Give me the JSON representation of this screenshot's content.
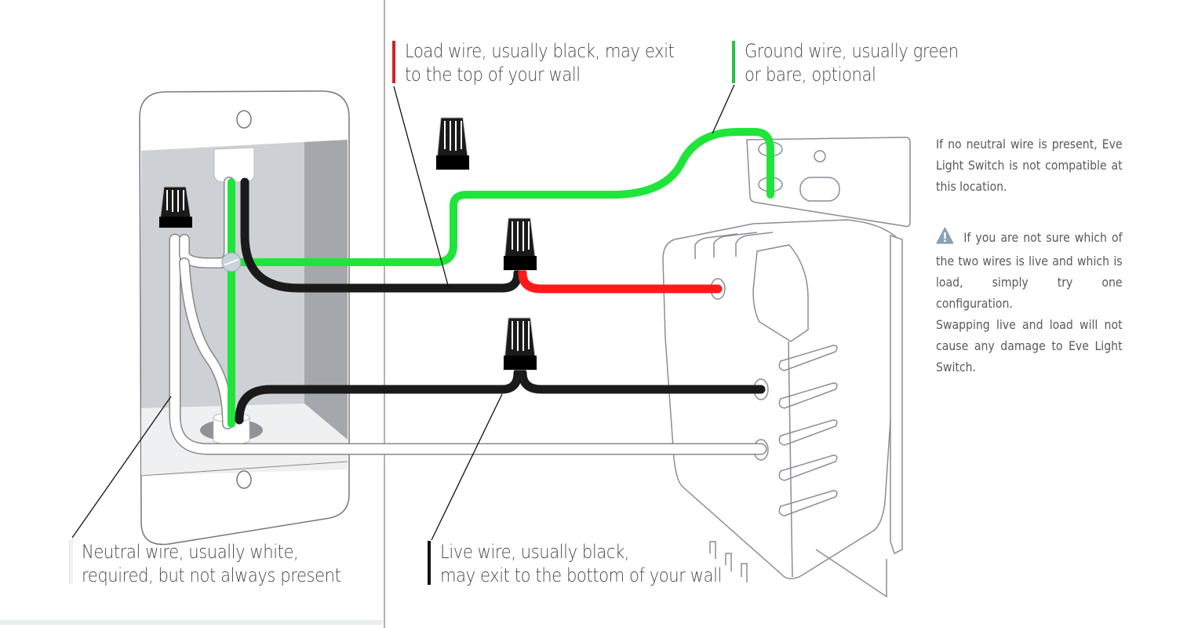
{
  "labels": {
    "load_wire": {
      "lines": [
        "Load wire, usually black, may exit",
        "to the top of your wall"
      ],
      "color": "#d0202a"
    },
    "ground_wire": {
      "lines": [
        "Ground wire, usually green",
        "or bare, optional"
      ],
      "color": "#22c24a"
    },
    "neutral_wire": {
      "lines": [
        "Neutral wire, usually white,",
        "required, but not always present"
      ],
      "color": "#ffffff"
    },
    "live_wire": {
      "lines": [
        "Live wire, usually black,",
        "may exit to the bottom of your wall"
      ],
      "color": "#111111"
    }
  },
  "notes": {
    "neutral_note": "If no neutral wire is present, Eve Light Switch is not compatible at this location.",
    "warning_icon": "warning-triangle-icon",
    "warning_note_1": "If you are not sure which of the two wires is live and which is load, simply try one configuration.",
    "warning_note_2": "Swapping live and load will not cause any damage to Eve Light Switch."
  },
  "colors": {
    "ground": "#1fe53b",
    "load": "#ff1a1a",
    "black_wire": "#1a1a1a",
    "neutral": "#ffffff",
    "box_interior": "#cfd2d6",
    "box_shadow": "#a6a9ad",
    "outline": "#8a8e93",
    "warning": "#8aa2b8"
  }
}
